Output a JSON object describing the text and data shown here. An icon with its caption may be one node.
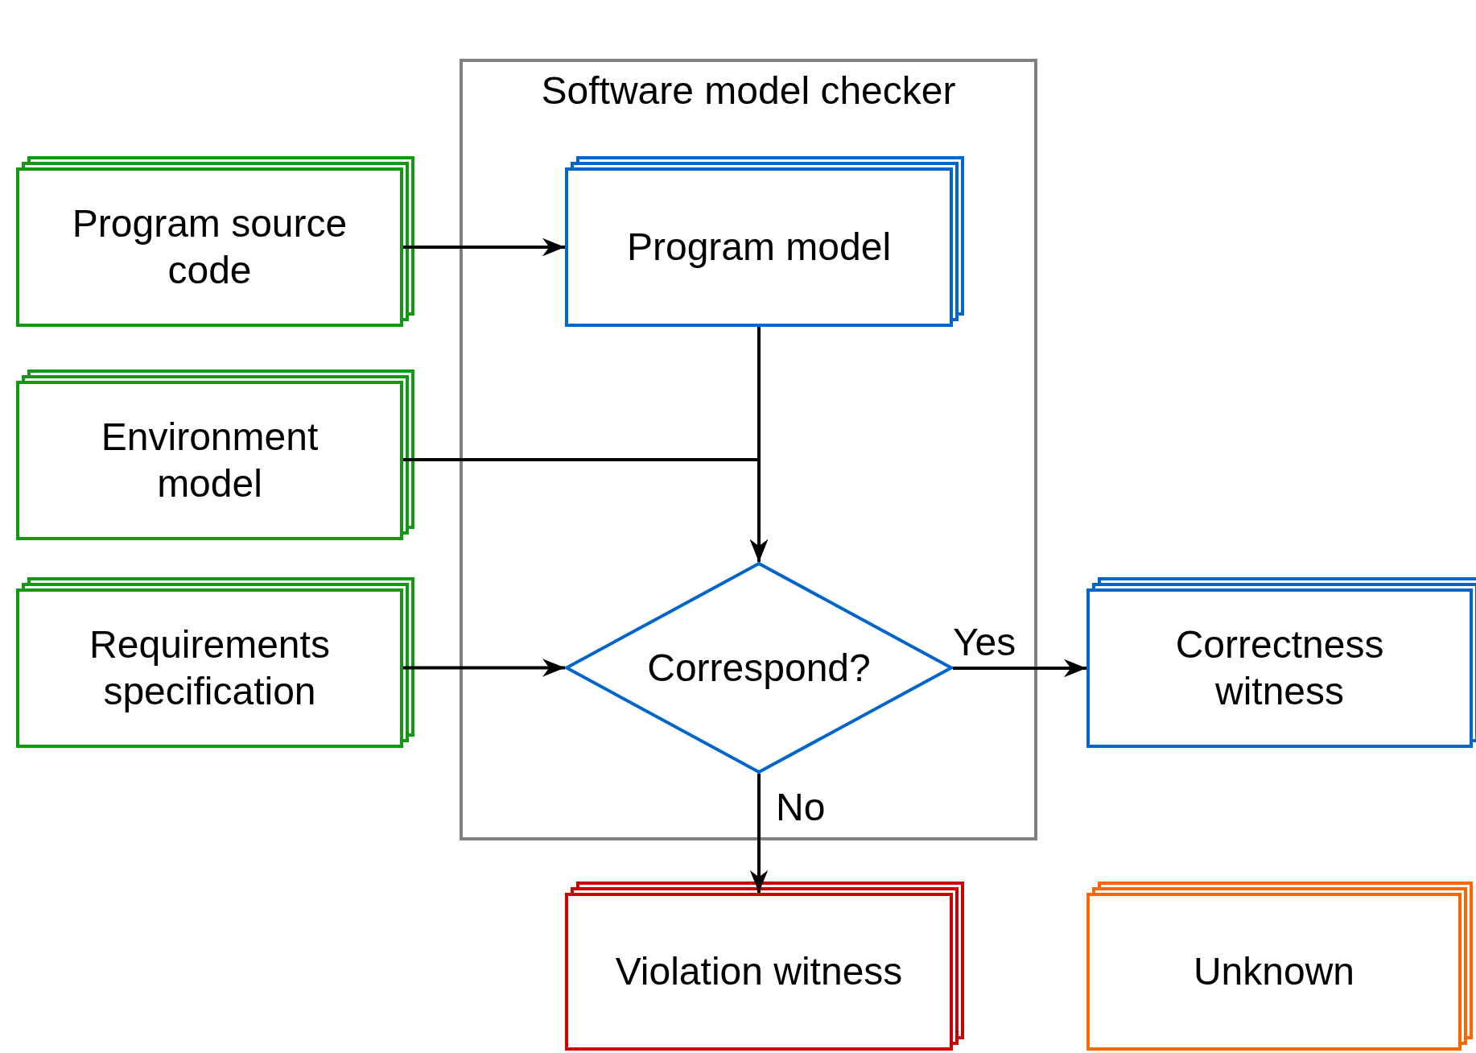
{
  "diagram": {
    "nodes": [
      {
        "text": [
          "Software model checker"
        ]
      },
      {
        "text": [
          "Program source code"
        ]
      },
      {
        "text": [
          "Environment model"
        ]
      },
      {
        "text": [
          "Requirements specification"
        ]
      },
      {
        "text": [
          "Program model"
        ],
        "in": 0
      },
      {
        "text": [
          "Correspond?"
        ],
        "in": 0
      },
      {
        "text": [
          "Correctness witness"
        ]
      },
      {
        "text": [
          "Violation witness"
        ]
      },
      {
        "text": [
          "Unknown"
        ]
      }
    ],
    "edges": [
      {
        "from": 1,
        "to": 4,
        "arrow": "to"
      },
      {
        "from": 4,
        "to": 5,
        "arrow": "to"
      },
      {
        "from": 2,
        "to": 5,
        "arrow": "to"
      },
      {
        "from": 3,
        "to": 5,
        "arrow": "to"
      },
      {
        "from": 5,
        "to": 6,
        "arrow": "to",
        "label": "Yes"
      },
      {
        "from": 5,
        "to": 7,
        "arrow": "to",
        "label": "No"
      }
    ]
  }
}
